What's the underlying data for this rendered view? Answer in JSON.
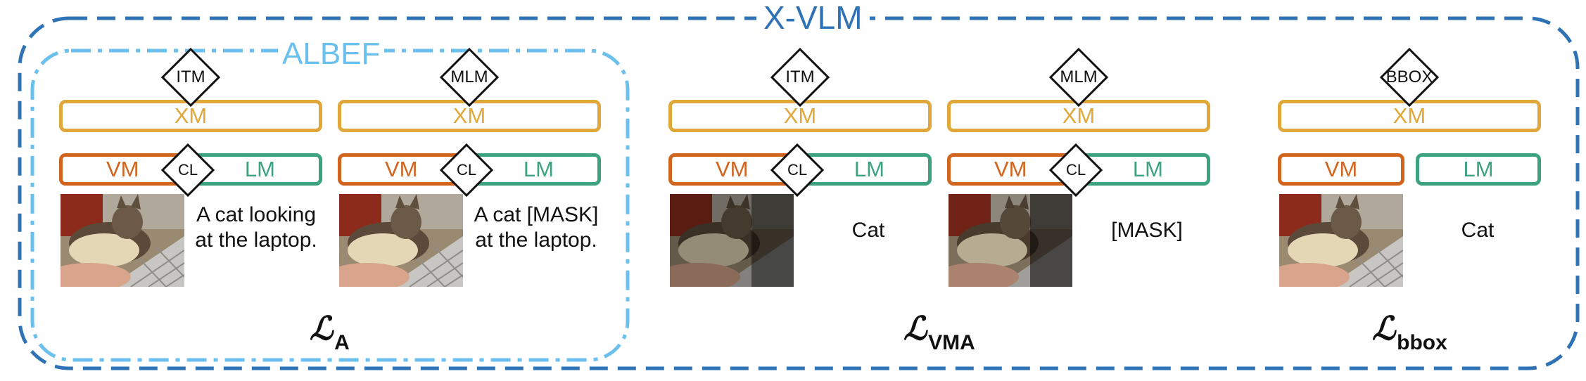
{
  "outer_frame": {
    "label": "X-VLM",
    "color": "#2f73b6"
  },
  "inner_frame": {
    "label": "ALBEF",
    "color": "#6cc0ee"
  },
  "colors": {
    "xm": "#e0a83b",
    "vm": "#d2651e",
    "lm": "#3da27f"
  },
  "panels": [
    {
      "head": "ITM",
      "xm": "XM",
      "vm": "VM",
      "lm": "LM",
      "cl": "CL",
      "caption": "A cat looking at the laptop.",
      "image": "full-cat-photo"
    },
    {
      "head": "MLM",
      "xm": "XM",
      "vm": "VM",
      "lm": "LM",
      "cl": "CL",
      "caption": "A cat [MASK] at the laptop.",
      "image": "full-cat-photo"
    },
    {
      "head": "ITM",
      "xm": "XM",
      "vm": "VM",
      "lm": "LM",
      "cl": "CL",
      "caption": "Cat",
      "image": "cat-region-highlighted"
    },
    {
      "head": "MLM",
      "xm": "XM",
      "vm": "VM",
      "lm": "LM",
      "cl": "CL",
      "caption": "[MASK]",
      "image": "cat-region-highlighted"
    },
    {
      "head": "BBOX",
      "xm": "XM",
      "vm": "VM",
      "lm": "LM",
      "caption": "Cat",
      "image": "full-cat-photo"
    }
  ],
  "losses": [
    {
      "symbol": "ℒ",
      "sub": "A"
    },
    {
      "symbol": "ℒ",
      "sub": "VMA"
    },
    {
      "symbol": "ℒ",
      "sub": "bbox"
    }
  ]
}
